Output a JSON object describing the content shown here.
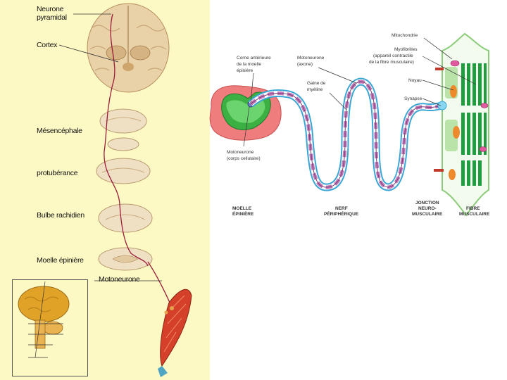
{
  "left_labels": {
    "pyramidal_neuron": "Neurone pyramidal",
    "cortex": "Cortex",
    "midbrain": "Mésencéphale",
    "pons": "protubérance",
    "medulla": "Bulbe rachidien",
    "spinal_cord": "Moelle épinière",
    "motoneuron": "Motoneurone"
  },
  "right_labels": {
    "anterior_horn": [
      "Corne antérieure",
      "de la moelle",
      "épinière"
    ],
    "motoneuron_axon": [
      "Motoneurone",
      "(axone)"
    ],
    "myelin_sheath": [
      "Gaine de",
      "myéline"
    ],
    "motoneuron_cell_body": [
      "Motoneurone",
      "(corps cellulaire)"
    ],
    "mitochondria": "Mitochondrie",
    "myofibrils": [
      "Myofibrilles",
      "(appareil contractile",
      "de la fibre musculaire)"
    ],
    "nucleus": "Noyau",
    "synapse": "Synapse",
    "section_spinal_cord": [
      "MOELLE",
      "ÉPINIÈRE"
    ],
    "section_nerve": [
      "NERF",
      "PÉRIPHÉRIQUE"
    ],
    "section_junction": [
      "JONCTION",
      "NEURO-",
      "MUSCULAIRE"
    ],
    "section_muscle": [
      "FIBRE",
      "MUSCULAIRE"
    ]
  },
  "colors": {
    "panel_bg": "#fdf9c4",
    "tract": "#9b1b3a",
    "axon_blue": "#39a6d6",
    "spinal_green": "#3cb043",
    "spinal_pink": "#f07d7d",
    "myelin_pink": "#c278b6",
    "muscle_green": "#1e9e3e",
    "nucleus_orange": "#ef8a2c"
  }
}
